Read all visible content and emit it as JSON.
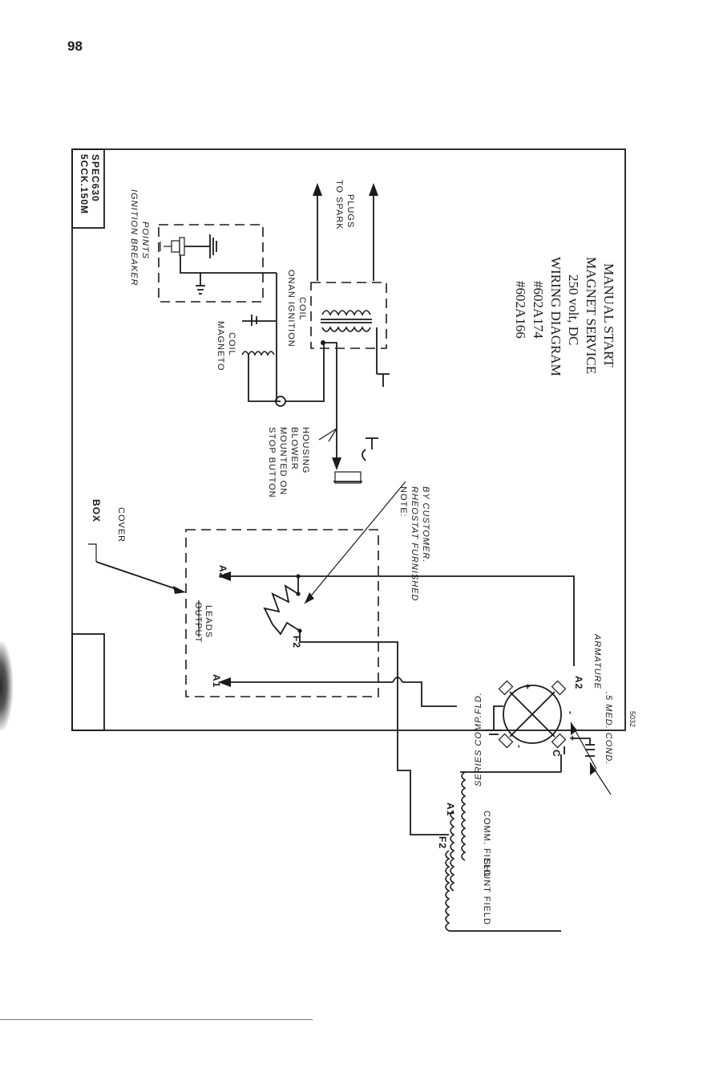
{
  "page_number": "98",
  "spec_box": {
    "line1": "5CCK.150M",
    "line2": "SPEC630"
  },
  "labels": {
    "ignition_breaker_points": {
      "line1": "IGNITION BREAKER",
      "line2": "POINTS"
    },
    "to_spark_plugs": {
      "line1": "TO SPARK",
      "line2": "PLUGS"
    },
    "magneto_coil": {
      "line1": "MAGNETO",
      "line2": "COIL"
    },
    "onan_ignition_coil": {
      "line1": "ONAN IGNITION",
      "line2": "COIL"
    },
    "stop_button": {
      "line1": "STOP BUTTON",
      "line2": "MOUNTED ON",
      "line3": "BLOWER",
      "line4": "HOUSING"
    },
    "note": {
      "line1": "NOTE:",
      "line2": "RHEOSTAT FURNISHED",
      "line3": "BY CUSTOMER."
    },
    "box": "BOX",
    "cover": "COVER",
    "output_leads": {
      "line1": "OUTPUT",
      "line2": "LEADS"
    },
    "terminal_a1": "A1",
    "terminal_a2": "A2",
    "terminal_f2": "F2",
    "armature": "ARMATURE",
    "armature_a2": "A2",
    "med_cond": ".5 MED. COND.",
    "series_comp_fld": "SERIES COMP.FLD.",
    "comm_field": "COMM. FIELD",
    "shunt_field": "SHUNT FIELD",
    "coil_a1": "A1",
    "coil_f2": "F2",
    "plus_top": "+",
    "plus_right": "+",
    "minus_left": "-",
    "minus_right": "-",
    "brush_c": "C"
  },
  "title_block": {
    "line1": "#602A166",
    "line2": "#602A174",
    "line3": "WIRING DIAGRAM",
    "line4": "250 volt, DC",
    "line5": "MAGNET SERVICE",
    "line6": "MANUAL START"
  },
  "margin_code": "5032"
}
